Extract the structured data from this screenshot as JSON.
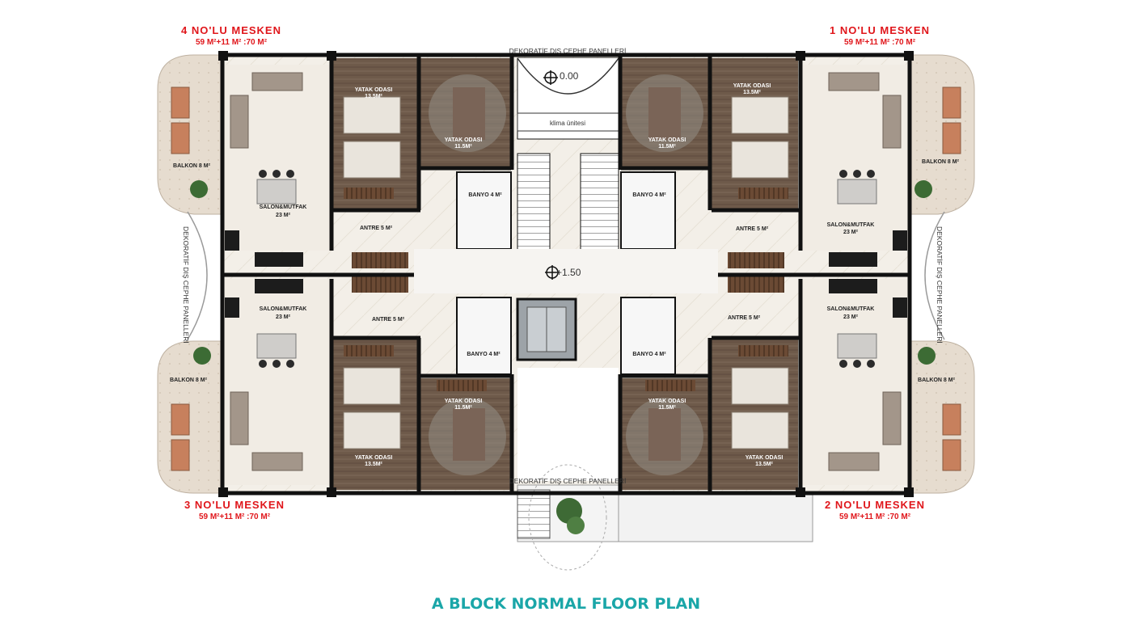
{
  "units": [
    {
      "id": "u4",
      "name": "4 NO'LU  MESKEN",
      "area": "59 M²+11 M² :70 M²"
    },
    {
      "id": "u1",
      "name": "1 NO'LU  MESKEN",
      "area": "59 M²+11 M² :70 M²"
    },
    {
      "id": "u3",
      "name": "3 NO'LU  MESKEN",
      "area": "59 M²+11 M² :70 M²"
    },
    {
      "id": "u2",
      "name": "2 NO'LU  MESKEN",
      "area": "59 M²+11 M² :70 M²"
    }
  ],
  "rooms": {
    "yatak_large": "YATAK ODASI",
    "yatak_large_area": "13.5M²",
    "yatak_small": "YATAK ODASI",
    "yatak_small_area": "11.5M²",
    "salon": "SALON&MUTFAK",
    "salon_area": "23 M²",
    "antre": "ANTRE 5 M²",
    "banyo": "BANYO 4 M²",
    "balkon": "BALKON 8 M²"
  },
  "labels": {
    "facade_top": "DEKORATİF DIŞ CEPHE PANELLERİ",
    "facade_bottom": "DEKORATİF DIŞ CEPHE PANELLERİ",
    "facade_left": "DEKORATİF DIŞ CEPHE PANELLERİ",
    "facade_right": "DEKORATİF DIŞ CEPHE PANELLERİ",
    "klima": "klima ünitesi",
    "level_top": "0.00",
    "level_mid": "+1.50"
  },
  "title": "A BLOCK NORMAL FLOOR PLAN",
  "colors": {
    "wood": "#6e5a4a",
    "floor": "#f1ece4",
    "balcony": "#e2d6c8",
    "wall": "#111111",
    "label_red": "#e0161b",
    "title_teal": "#1aa6a8"
  }
}
